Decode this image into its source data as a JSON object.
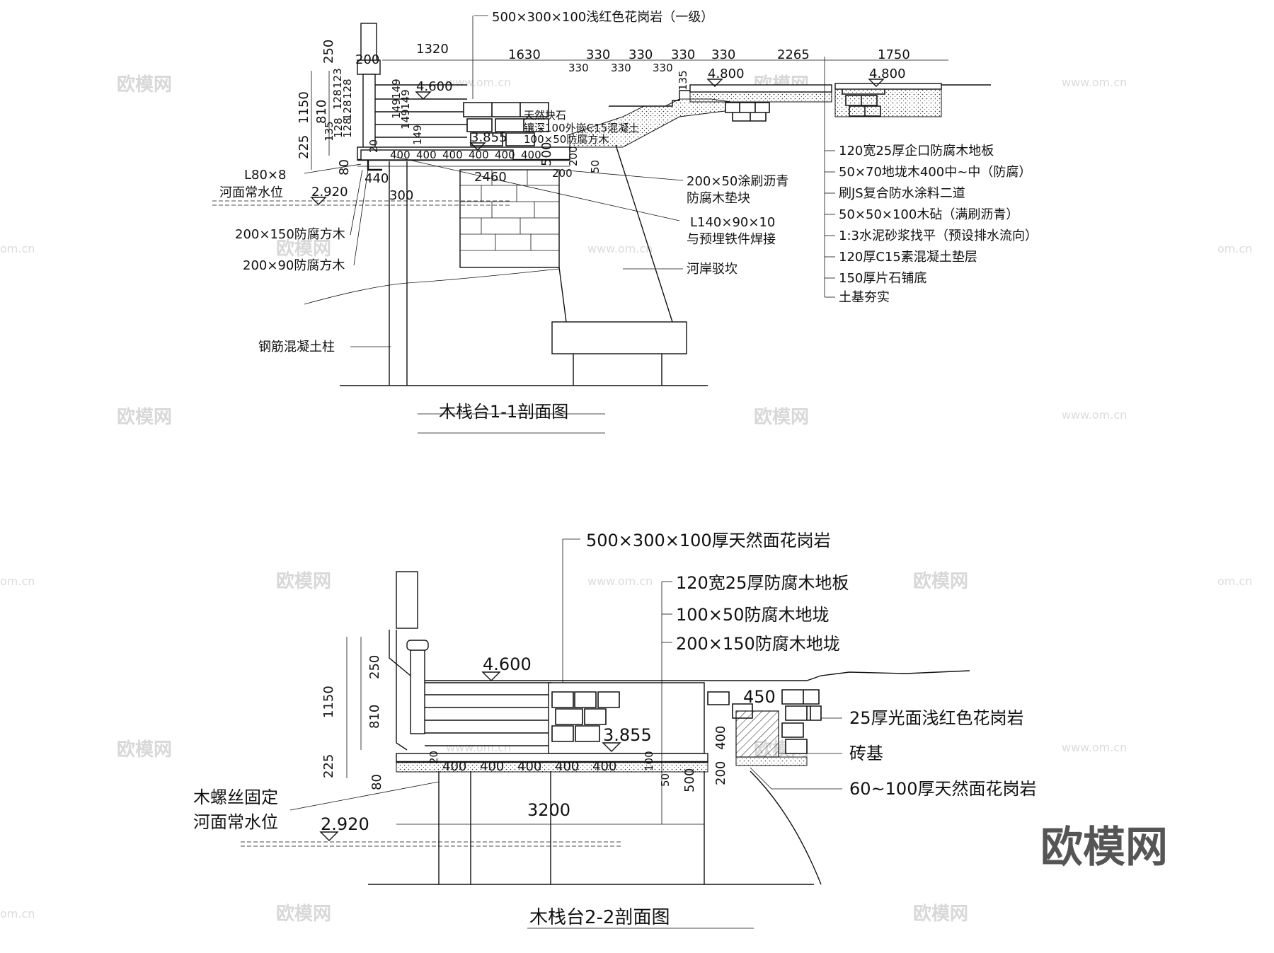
{
  "section1": {
    "title": "木栈台1-1剖面图",
    "top_note": "500×300×100浅红色花岗岩（一级）",
    "dims_top": [
      "1320",
      "1630",
      "330",
      "330",
      "330",
      "330",
      "2265",
      "1750"
    ],
    "dims_top_row2": [
      "330",
      "330",
      "330"
    ],
    "dims_left": [
      "250",
      "1150",
      "810",
      "225",
      "200",
      "80"
    ],
    "dims_left_small": [
      "123",
      "128",
      "128",
      "128",
      "135",
      "128",
      "128"
    ],
    "dims_post": [
      "149",
      "149",
      "149",
      "149",
      "149"
    ],
    "dims_joists": [
      "20",
      "400",
      "400",
      "400",
      "400",
      "400",
      "400"
    ],
    "dims_bottom": [
      "440",
      "300",
      "2460",
      "500",
      "200",
      "200",
      "50",
      "135"
    ],
    "elevations": [
      "4.600",
      "4.800",
      "4.800",
      "3.855",
      "2.920"
    ],
    "inline_notes": [
      "天然块石",
      "镶深100外嵌C15混凝土",
      "100×50防腐方木"
    ],
    "left_labels": [
      "L80×8",
      "河面常水位",
      "200×150防腐方木",
      "200×90防腐方木",
      "钢筋混凝土柱"
    ],
    "middle_labels": [
      "200×50涂刷沥青",
      "防腐木垫块",
      "L140×90×10",
      "与预埋铁件焊接",
      "河岸驳坎"
    ],
    "layer_labels": [
      "120宽25厚企口防腐木地板",
      "50×70地垅木400中~中（防腐）",
      "刷JS复合防水涂料二道",
      "50×50×100木砧（满刷沥青）",
      "1:3水泥砂浆找平（预设排水流向）",
      "120厚C15素混凝土垫层",
      "150厚片石铺底",
      "土基夯实"
    ]
  },
  "section2": {
    "title": "木栈台2-2剖面图",
    "top_labels": [
      "500×300×100厚天然面花岗岩",
      "120宽25厚防腐木地板",
      "100×50防腐木地垅",
      "200×150防腐木地垅"
    ],
    "right_labels": [
      "25厚光面浅红色花岗岩",
      "砖基",
      "60~100厚天然面花岗岩"
    ],
    "left_labels": [
      "木螺丝固定",
      "河面常水位"
    ],
    "dims_left": [
      "250",
      "1150",
      "810",
      "225",
      "80"
    ],
    "dims_joists": [
      "20",
      "400",
      "400",
      "400",
      "400",
      "400"
    ],
    "dims_misc": [
      "100",
      "50",
      "500",
      "200",
      "400",
      "450"
    ],
    "dim_span": "3200",
    "elevations": [
      "4.600",
      "3.855",
      "2.920"
    ]
  },
  "watermarks": {
    "brand": "欧模网",
    "site": "www.om.cn",
    "site_short": "om.cn"
  }
}
